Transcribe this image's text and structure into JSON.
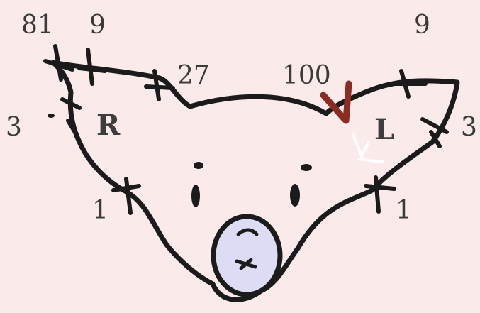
{
  "colors": {
    "background": "#fbeaea",
    "outline": "#1b1b1b",
    "red_mark": "#8c2b22",
    "circle_fill": "#dcdcf4"
  },
  "labels": {
    "top_left_1": "81",
    "top_left_2": "9",
    "upper_mid": "27",
    "upper_right_mid": "100",
    "top_right": "9",
    "left_side": "3",
    "right_side": "3",
    "lower_left": "1",
    "lower_right": "1",
    "side_right": "R",
    "side_left": "L"
  },
  "icons": {
    "face_outline": "face-outline-icon",
    "eye_dots": "eye-dots-icon",
    "nostril_marks": "nostril-icon",
    "mouth_circle": "mouth-circle-icon",
    "red_marker": "red-marker-icon"
  }
}
